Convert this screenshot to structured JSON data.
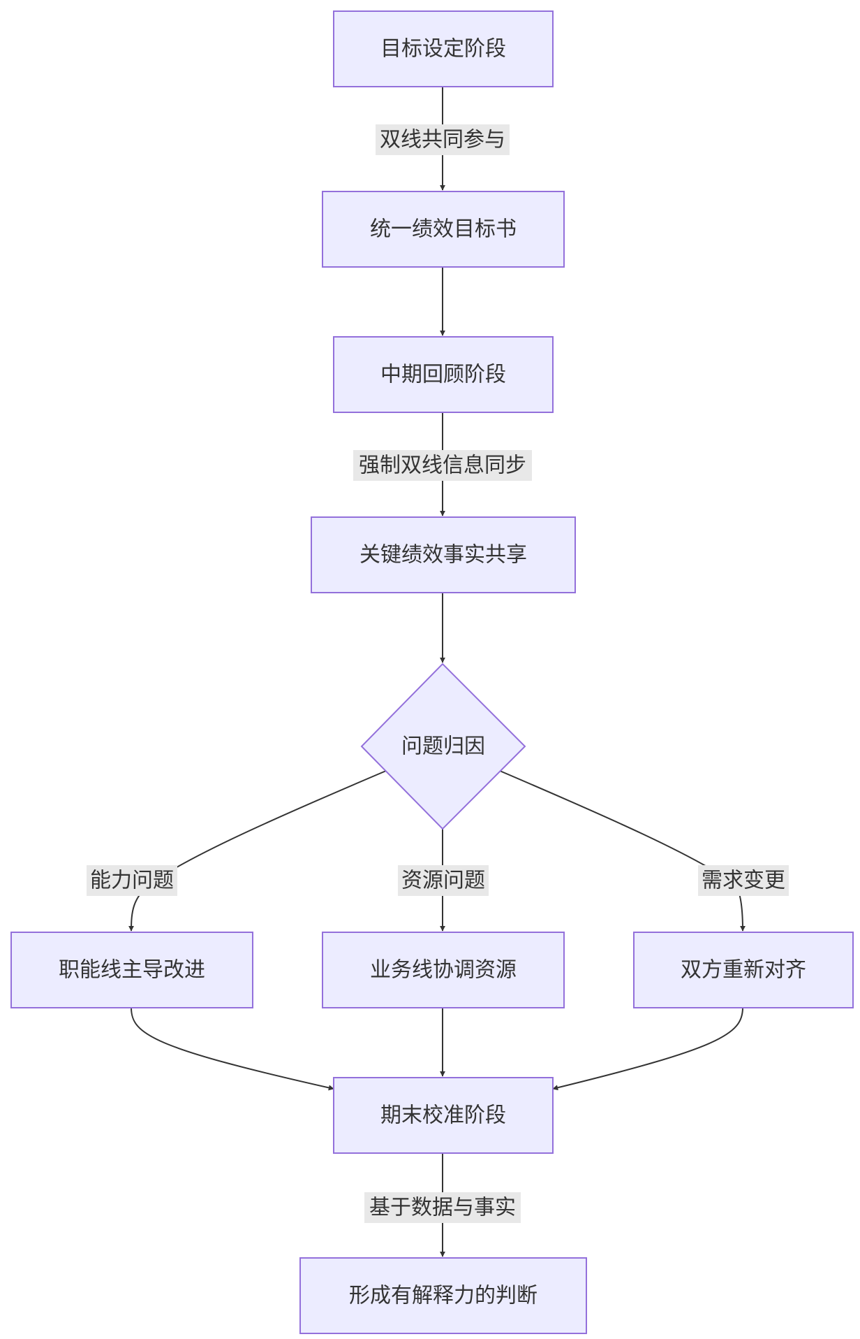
{
  "nodes": {
    "goal_setting": "目标设定阶段",
    "unified_goal_book": "统一绩效目标书",
    "midterm_review": "中期回顾阶段",
    "key_facts_sharing": "关键绩效事实共享",
    "attribution": "问题归因",
    "functional_improve": "职能线主导改进",
    "business_coordinate": "业务线协调资源",
    "both_realign": "双方重新对齐",
    "final_calibration": "期末校准阶段",
    "explainable_judgment": "形成有解释力的判断"
  },
  "edges": {
    "dual_participation": "双线共同参与",
    "forced_sync": "强制双线信息同步",
    "capability_issue": "能力问题",
    "resource_issue": "资源问题",
    "demand_change": "需求变更",
    "data_based": "基于数据与事实"
  },
  "colors": {
    "node_fill": "#ECECFF",
    "node_stroke": "#9370DB",
    "edge_stroke": "#333333",
    "label_bg": "#E8E8E8",
    "text": "#333333"
  }
}
